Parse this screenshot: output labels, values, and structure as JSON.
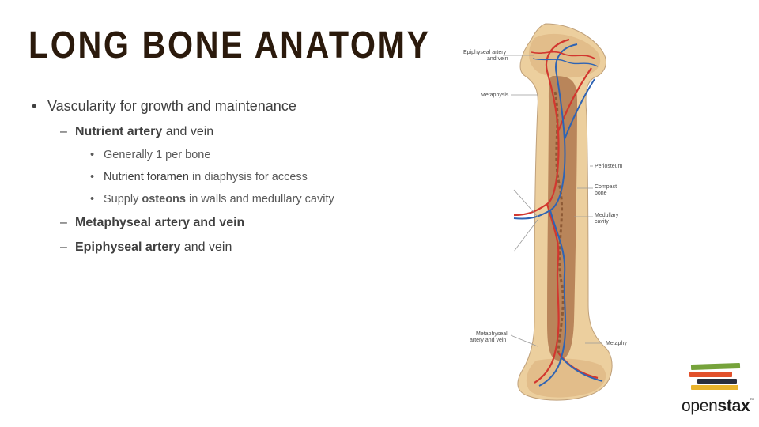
{
  "slide": {
    "title": "LONG BONE ANATOMY",
    "bullets": {
      "l1": "Vascularity for growth and maintenance",
      "nutrient_bold": "Nutrient artery",
      "nutrient_rest": " and vein",
      "sub1": "Generally 1 per bone",
      "sub2_bold": "Nutrient foramen",
      "sub2_rest": " in diaphysis for access",
      "sub3_pre": "Supply ",
      "sub3_bold": "osteons",
      "sub3_rest": " in walls and medullary cavity",
      "meta": "Metaphyseal artery and vein",
      "epi_bold": "Epiphyseal artery",
      "epi_rest": " and vein"
    },
    "marks": {
      "l1": "•",
      "l2": "–",
      "l3": "•"
    }
  },
  "figure": {
    "labels": {
      "epiphyseal_1": "Epiphyseal artery",
      "epiphyseal_2": "and vein",
      "metaphysis_top": "Metaphysis",
      "periosteum": "Periosteum",
      "compact_1": "Compact",
      "compact_2": "bone",
      "medullary_1": "Medullary",
      "medullary_2": "cavity",
      "metaphyseal_1": "Metaphyseal",
      "metaphyseal_2": "artery and vein",
      "metaphy_bottom": "Metaphy"
    }
  },
  "logo": {
    "text_regular": "open",
    "text_bold": "stax",
    "tm": "TM"
  },
  "colors": {
    "title": "#2b1a0c",
    "bone": "#e9cfa4",
    "marrow": "#b9845a",
    "artery": "#d2372f",
    "vein": "#2f64b4"
  }
}
